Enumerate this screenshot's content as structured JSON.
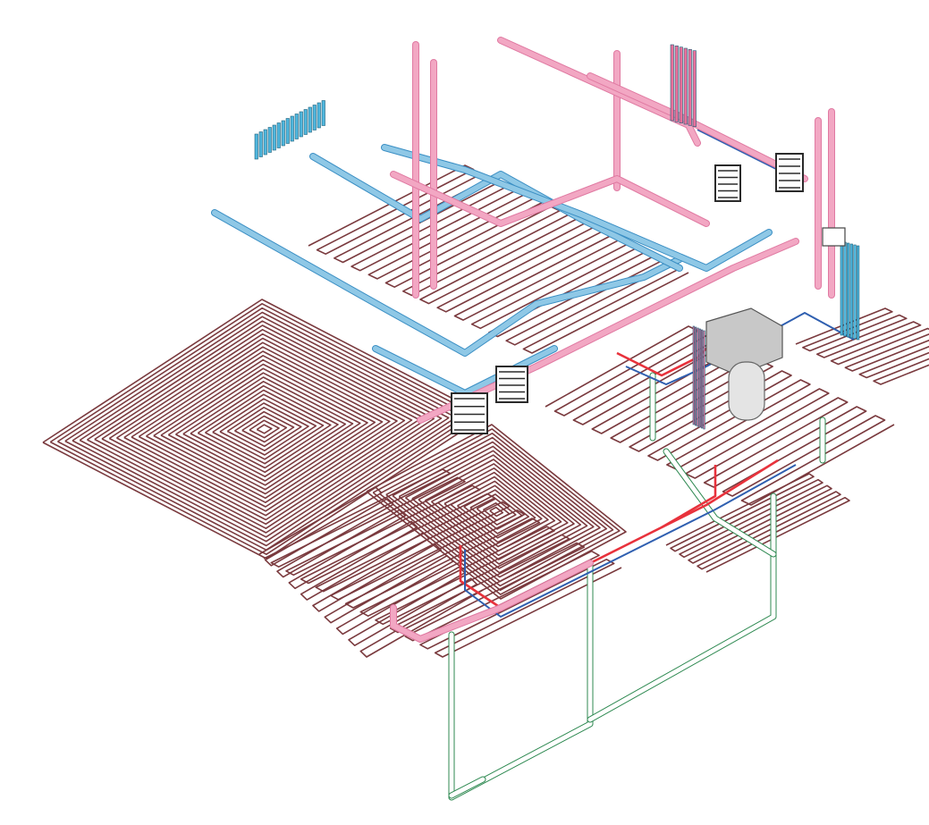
{
  "diagram": {
    "type": "isometric-heating-plumbing-schematic",
    "labels": [],
    "colors": {
      "floor_heating_loops": "#7a3a3e",
      "supply_pipes": "#f2a7c3",
      "supply_pipe_outline": "#e07aa2",
      "return_pipes": "#8fc8e6",
      "return_pipe_outline": "#3b8fc4",
      "hot_water_lines": "#e8323c",
      "blue_lines": "#2f5fb0",
      "drain_pipes": "#2f8a52",
      "radiator_blue": "#4fb6dd",
      "radiator_pink": "#e8709a",
      "manifolds": "#2b2b2b",
      "boiler": "#c8c8c8"
    },
    "components": [
      {
        "id": "floor-loop-left-large",
        "kind": "floor-heating-loop"
      },
      {
        "id": "floor-loop-upper",
        "kind": "floor-heating-loop"
      },
      {
        "id": "floor-loop-lower-left",
        "kind": "floor-heating-loop"
      },
      {
        "id": "floor-loop-lower-middle",
        "kind": "floor-heating-loop"
      },
      {
        "id": "floor-loop-right-middle",
        "kind": "floor-heating-loop"
      },
      {
        "id": "floor-loop-right-lower",
        "kind": "floor-heating-loop"
      },
      {
        "id": "floor-loop-far-right",
        "kind": "floor-heating-loop"
      },
      {
        "id": "radiator-top-left",
        "kind": "radiator",
        "color": "blue"
      },
      {
        "id": "radiator-top-right",
        "kind": "radiator",
        "color": "pink"
      },
      {
        "id": "radiator-right-pink",
        "kind": "radiator",
        "color": "pink"
      },
      {
        "id": "radiator-right-blue",
        "kind": "radiator",
        "color": "blue"
      },
      {
        "id": "manifold-center-1",
        "kind": "manifold"
      },
      {
        "id": "manifold-center-2",
        "kind": "manifold"
      },
      {
        "id": "manifold-upper-right",
        "kind": "manifold"
      },
      {
        "id": "manifold-upper-right-2",
        "kind": "manifold"
      },
      {
        "id": "boiler",
        "kind": "boiler-with-tank"
      },
      {
        "id": "drain-network",
        "kind": "drain-piping"
      }
    ]
  }
}
